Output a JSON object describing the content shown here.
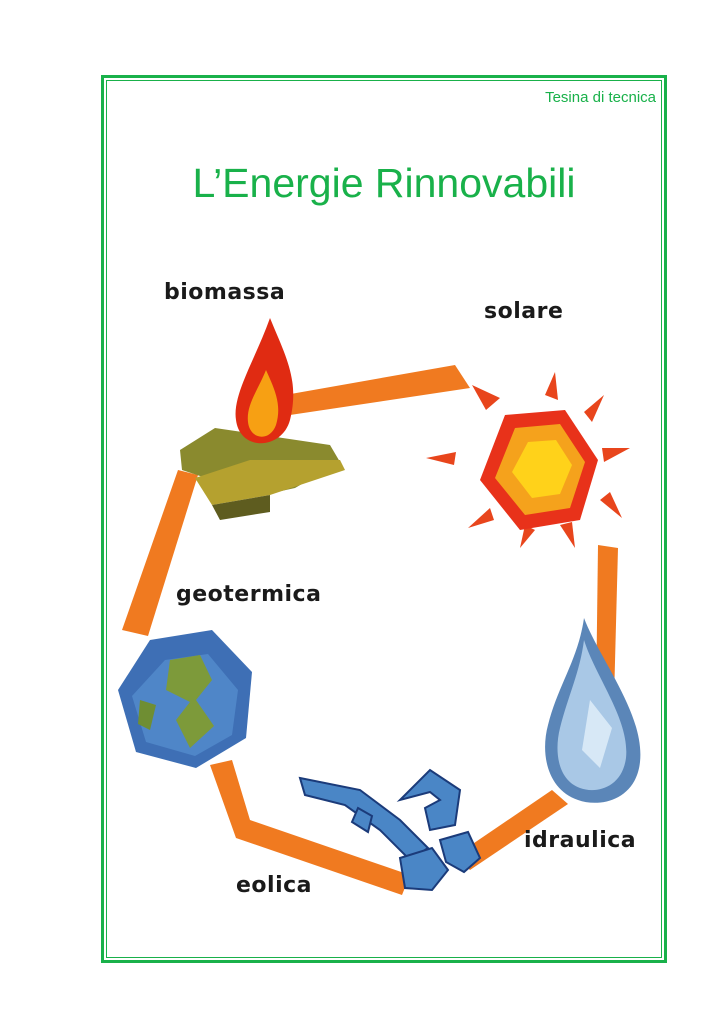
{
  "header": {
    "subject": "Tesina di tecnica"
  },
  "title": "L’Energie Rinnovabili",
  "diagram": {
    "labels": {
      "biomassa": "biomassa",
      "solare": "solare",
      "geotermica": "geotermica",
      "idraulica": "idraulica",
      "eolica": "eolica"
    }
  },
  "colors": {
    "border": "#19b14a",
    "title": "#19b14a",
    "arrow": "#f07a20"
  }
}
